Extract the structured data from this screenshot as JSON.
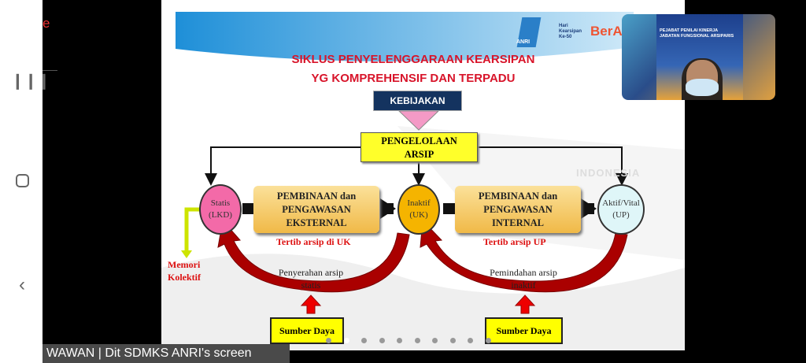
{
  "nav": {
    "recent_icon": "recent-apps-icon",
    "home_icon": "home-icon",
    "back_icon": "back-icon"
  },
  "left_panel": {
    "partial_text": "e"
  },
  "slide": {
    "banner": {
      "logo_text": "ANRI",
      "event_line1": "Hari",
      "event_line2": "Kearsipan",
      "event_line3": "Ke-50",
      "brand_text": "BerA"
    },
    "title_line1": "SIKLUS PENYELENGGARAAN KEARSIPAN",
    "title_line2": "YG KOMPREHENSIF DAN TERPADU",
    "kebijakan": "KEBIJAKAN",
    "pengelolaan_line1": "PENGELOLAAN",
    "pengelolaan_line2": "ARSIP",
    "map_label": "INDONESIA",
    "circles": [
      {
        "line1": "Statis",
        "line2": "(LKD)",
        "color": "#f36aa8"
      },
      {
        "line1": "Inaktif",
        "line2": "(UK)",
        "color": "#f5b400"
      },
      {
        "line1": "Aktif/Vital",
        "line2": "(UP)",
        "color": "#dff6f8"
      }
    ],
    "boxes": [
      {
        "line1": "PEMBINAAN dan",
        "line2": "PENGAWASAN",
        "line3": "EKSTERNAL"
      },
      {
        "line1": "PEMBINAAN dan",
        "line2": "PENGAWASAN",
        "line3": "INTERNAL"
      }
    ],
    "tertib_uk": "Tertib arsip di UK",
    "tertib_up": "Tertib arsip UP",
    "memori_line1": "Memori",
    "memori_line2": "Kolektif",
    "penyerahan_line1": "Penyerahan arsip",
    "penyerahan_line2": "statis",
    "pemindahan_line1": "Pemindahan arsip",
    "pemindahan_line2": "inaktif",
    "sumber_daya_left": "Sumber Daya",
    "sumber_daya_right": "Sumber Daya"
  },
  "pagination": {
    "total": 10,
    "active": 2
  },
  "video": {
    "header_line1": "PEJABAT PENILAI KINERJA",
    "header_line2": "JABATAN FUNGSIONAL ARSIPARIS"
  },
  "screen_share_label": "WAWAN | Dit SDMKS ANRI's screen"
}
